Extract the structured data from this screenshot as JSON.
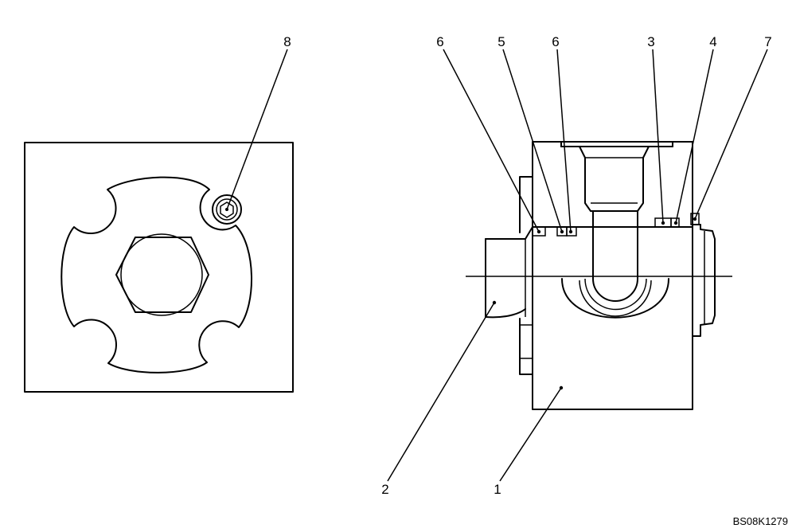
{
  "figure_id": "BS08K1279",
  "callouts": [
    {
      "id": "c8",
      "label": "8"
    },
    {
      "id": "c6a",
      "label": "6"
    },
    {
      "id": "c5",
      "label": "5"
    },
    {
      "id": "c6b",
      "label": "6"
    },
    {
      "id": "c3",
      "label": "3"
    },
    {
      "id": "c4",
      "label": "4"
    },
    {
      "id": "c7",
      "label": "7"
    },
    {
      "id": "c2",
      "label": "2"
    },
    {
      "id": "c1",
      "label": "1"
    }
  ]
}
